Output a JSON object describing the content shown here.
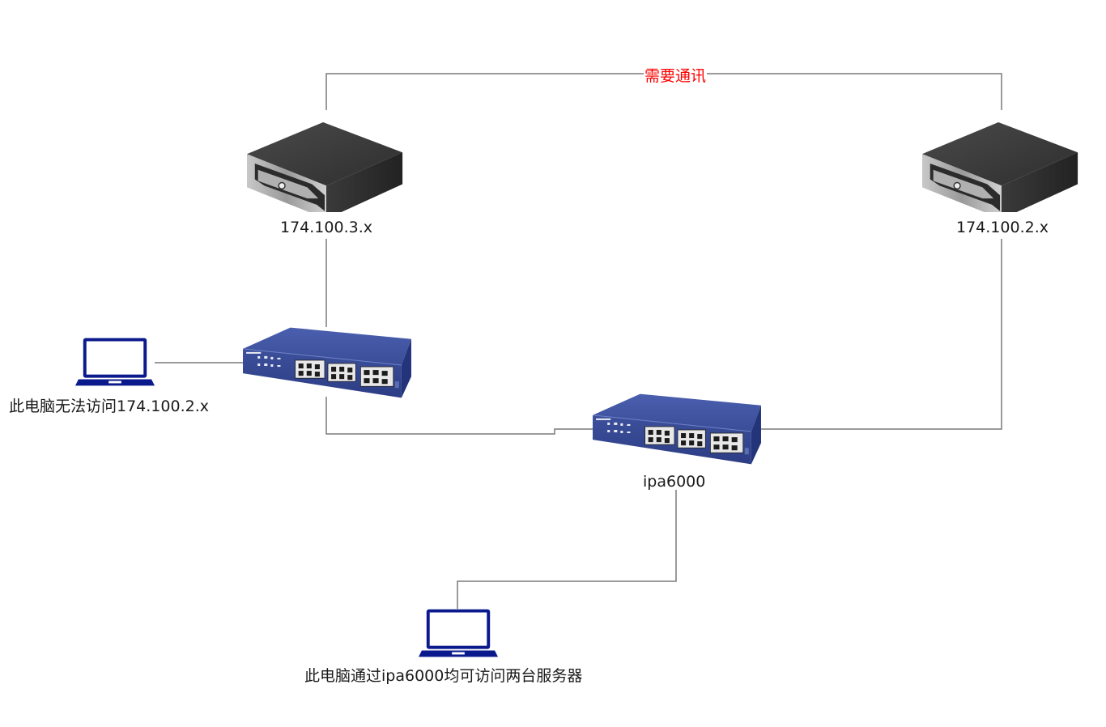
{
  "diagram": {
    "type": "network-topology",
    "colors": {
      "connector": "#7a7a7a",
      "annotation": "#ff0000",
      "laptop": "#0a1a8c",
      "switch": "#3b4f9a",
      "server": "#3a3a3a",
      "label": "#1a1a1a"
    },
    "nodes": [
      {
        "id": "server-a",
        "kind": "server",
        "icon": "server-icon",
        "label": "174.100.3.x"
      },
      {
        "id": "server-b",
        "kind": "server",
        "icon": "server-icon",
        "label": "174.100.2.x"
      },
      {
        "id": "switch-left",
        "kind": "switch",
        "icon": "network-switch-icon",
        "label": ""
      },
      {
        "id": "switch-ipa",
        "kind": "switch",
        "icon": "network-switch-icon",
        "label": "ipa6000"
      },
      {
        "id": "laptop-left",
        "kind": "laptop",
        "icon": "laptop-icon",
        "label": "此电脑无法访问174.100.2.x"
      },
      {
        "id": "laptop-bottom",
        "kind": "laptop",
        "icon": "laptop-icon",
        "label": "此电脑通过ipa6000均可访问两台服务器"
      }
    ],
    "edges": [
      {
        "from": "server-a",
        "to": "server-b",
        "label": "需要通讯"
      },
      {
        "from": "server-a",
        "to": "switch-left",
        "label": ""
      },
      {
        "from": "laptop-left",
        "to": "switch-left",
        "label": ""
      },
      {
        "from": "switch-left",
        "to": "switch-ipa",
        "label": ""
      },
      {
        "from": "switch-ipa",
        "to": "server-b",
        "label": ""
      },
      {
        "from": "switch-ipa",
        "to": "laptop-bottom",
        "label": ""
      }
    ]
  }
}
